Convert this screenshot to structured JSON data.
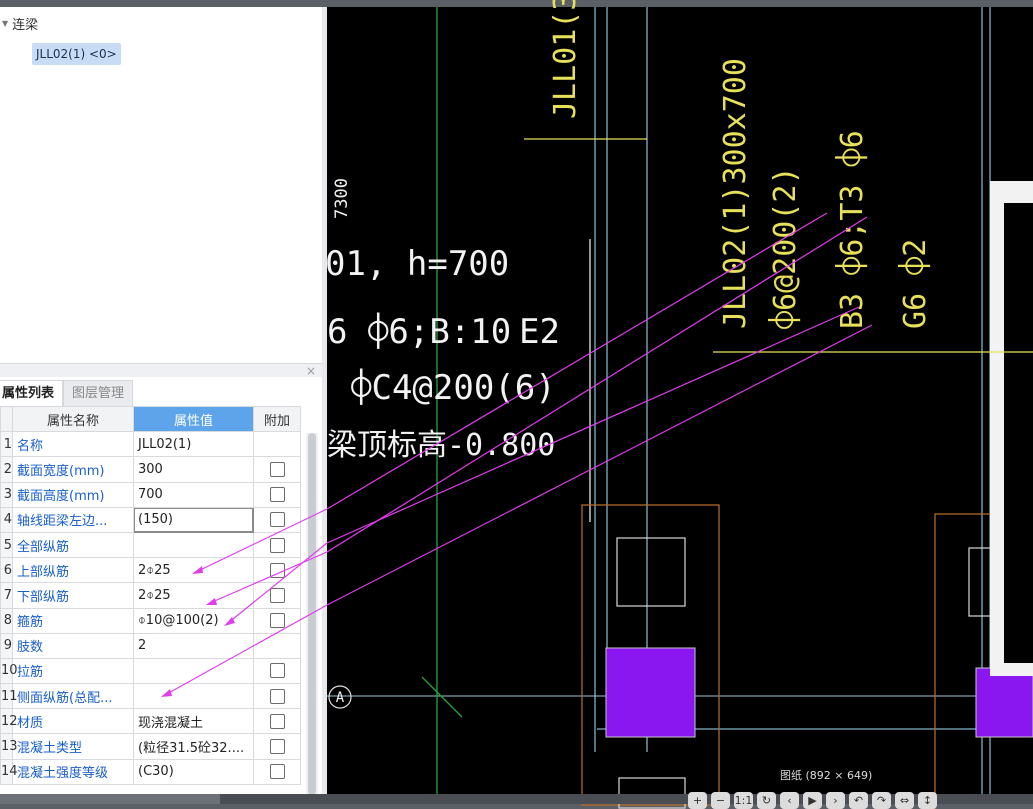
{
  "tree": {
    "root_label": "连梁",
    "child_label": "JLL02(1) <0>"
  },
  "panel": {
    "close_glyph": "×",
    "tabs": [
      {
        "label": "属性列表"
      },
      {
        "label": "图层管理"
      }
    ],
    "headers": {
      "name": "属性名称",
      "value": "属性值",
      "extra": "附加"
    },
    "rows": [
      {
        "num": "1",
        "name": "名称",
        "value": "JLL02(1)",
        "check": false
      },
      {
        "num": "2",
        "name": "截面宽度(mm)",
        "value": "300",
        "check": true
      },
      {
        "num": "3",
        "name": "截面高度(mm)",
        "value": "700",
        "check": true
      },
      {
        "num": "4",
        "name": "轴线距梁左边...",
        "value": "(150)",
        "check": true
      },
      {
        "num": "5",
        "name": "全部纵筋",
        "value": "",
        "check": true
      },
      {
        "num": "6",
        "name": "上部纵筋",
        "value": "2⌽25",
        "check": true
      },
      {
        "num": "7",
        "name": "下部纵筋",
        "value": "2⌽25",
        "check": true
      },
      {
        "num": "8",
        "name": "箍筋",
        "value": "⌽10@100(2)",
        "check": true
      },
      {
        "num": "9",
        "name": "肢数",
        "value": "2",
        "check": false
      },
      {
        "num": "10",
        "name": "拉筋",
        "value": "",
        "check": true
      },
      {
        "num": "11",
        "name": "侧面纵筋(总配...",
        "value": "",
        "check": true
      },
      {
        "num": "12",
        "name": "材质",
        "value": "现浇混凝土",
        "check": true
      },
      {
        "num": "13",
        "name": "混凝土类型",
        "value": "(粒径31.5砼32....",
        "check": true
      },
      {
        "num": "14",
        "name": "混凝土强度等级",
        "value": "(C30)",
        "check": true
      }
    ]
  },
  "drawing": {
    "label_jll01": "JLL01(3",
    "label_dim": "7300",
    "text_h": "01, h=700",
    "text_rebar": "6 ⌽6;B:10",
    "text_e2": "E2",
    "text_c4": "⌽C4@200(6)",
    "text_elev": "梁顶标高-0.800",
    "label_jll02": "JLL02(1)300x700",
    "label_stirrup": "⌽6@200(2)",
    "label_b3": "B3 ⌽6;T3 ⌽6",
    "label_g6": "G6 ⌽2",
    "axis_a": "A",
    "info": "图纸 (892 × 649)",
    "colors": {
      "magenta": "#e23cf0",
      "yellow": "#e7e05a",
      "column_fill": "#8a16f0",
      "grid": "#7fb3c8"
    }
  },
  "navbar": {
    "buttons": [
      "+",
      "−",
      "1:1",
      "↻",
      "‹",
      "▶",
      "›",
      "↶",
      "↷",
      "⇔",
      "↕"
    ]
  }
}
